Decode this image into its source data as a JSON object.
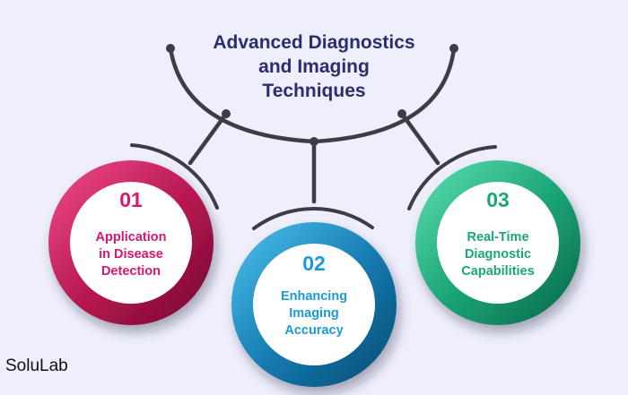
{
  "title_lines": [
    "Advanced Diagnostics",
    "and Imaging",
    "Techniques"
  ],
  "items": [
    {
      "number": "01",
      "lines": [
        "Application",
        "in Disease",
        "Detection"
      ],
      "color": "#d6186f",
      "ring_color": "#b5154f",
      "inner_color": "#ffffff"
    },
    {
      "number": "02",
      "lines": [
        "Enhancing",
        "Imaging",
        "Accuracy"
      ],
      "color": "#1d9ad6",
      "ring_color": "#1378ad",
      "inner_color": "#ffffff"
    },
    {
      "number": "03",
      "lines": [
        "Real-Time",
        "Diagnostic",
        "Capabilities"
      ],
      "color": "#1aa774",
      "ring_color": "#17a173",
      "inner_color": "#ffffff"
    }
  ],
  "brand": "SoluLab",
  "colors": {
    "background": "#eeeffb",
    "connector": "#3c3d45",
    "title": "#2c2d6e"
  }
}
